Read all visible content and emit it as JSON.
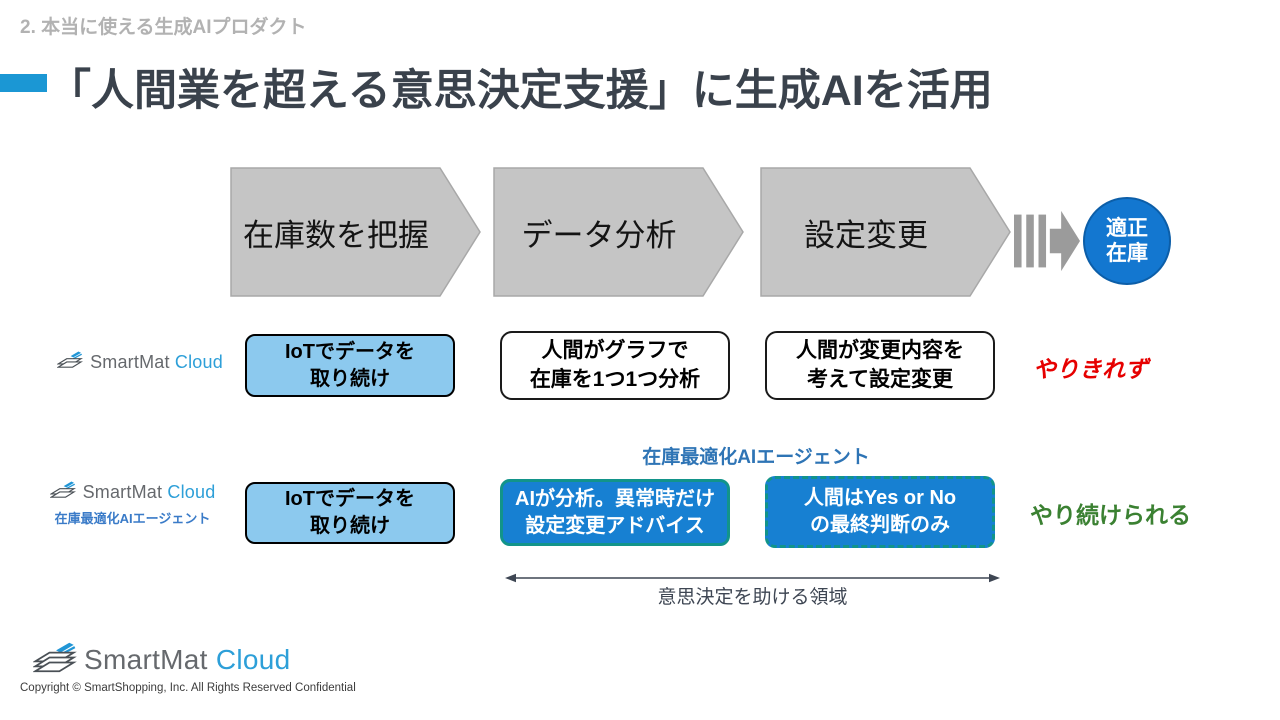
{
  "colors": {
    "accent_blue": "#1b97d4",
    "title_text": "#3a424c",
    "kicker_gray": "#b2b2b2",
    "chevron_gray": "#c5c5c5",
    "circle_blue": "#1377d0",
    "box_light_blue": "#8cc9ee",
    "box_dark_blue": "#1780d2",
    "teal_border": "#12948a",
    "alert_red": "#e60000",
    "ok_green": "#3b8132",
    "label_blue": "#2e74b5",
    "logo_gray": "#66696d",
    "logo_blue": "#2d9fd8"
  },
  "header": {
    "kicker": "2. 本当に使える生成AIプロダクト",
    "title": "「人間業を超える意思決定支援」に生成AIを活用"
  },
  "process": {
    "steps": [
      {
        "label": "在庫数を把握"
      },
      {
        "label": "データ分析"
      },
      {
        "label": "設定変更"
      }
    ],
    "goal": {
      "line1": "適正",
      "line2": "在庫"
    }
  },
  "row_manual": {
    "logo": {
      "name": "SmartMat",
      "suffix": "Cloud"
    },
    "box1": {
      "line1": "IoTでデータを",
      "line2": "取り続け"
    },
    "box2": {
      "line1": "人間がグラフで",
      "line2": "在庫を1つ1つ分析"
    },
    "box3": {
      "line1": "人間が変更内容を",
      "line2": "考えて設定変更"
    },
    "annotation": "やりきれず"
  },
  "agent_label": "在庫最適化AIエージェント",
  "row_agent": {
    "logo": {
      "name": "SmartMat",
      "suffix": "Cloud",
      "caption": "在庫最適化AIエージェント"
    },
    "box1": {
      "line1": "IoTでデータを",
      "line2": "取り続け"
    },
    "box2": {
      "line1": "AIが分析。異常時だけ",
      "line2": "設定変更アドバイス"
    },
    "box3": {
      "line1": "人間はYes or No",
      "line2": "の最終判断のみ"
    },
    "annotation": "やり続けられる"
  },
  "range": {
    "label": "意思決定を助ける領域"
  },
  "footer": {
    "logo": {
      "name": "SmartMat",
      "suffix": "Cloud"
    },
    "copyright": "Copyright © SmartShopping, Inc. All Rights Reserved Confidential"
  }
}
